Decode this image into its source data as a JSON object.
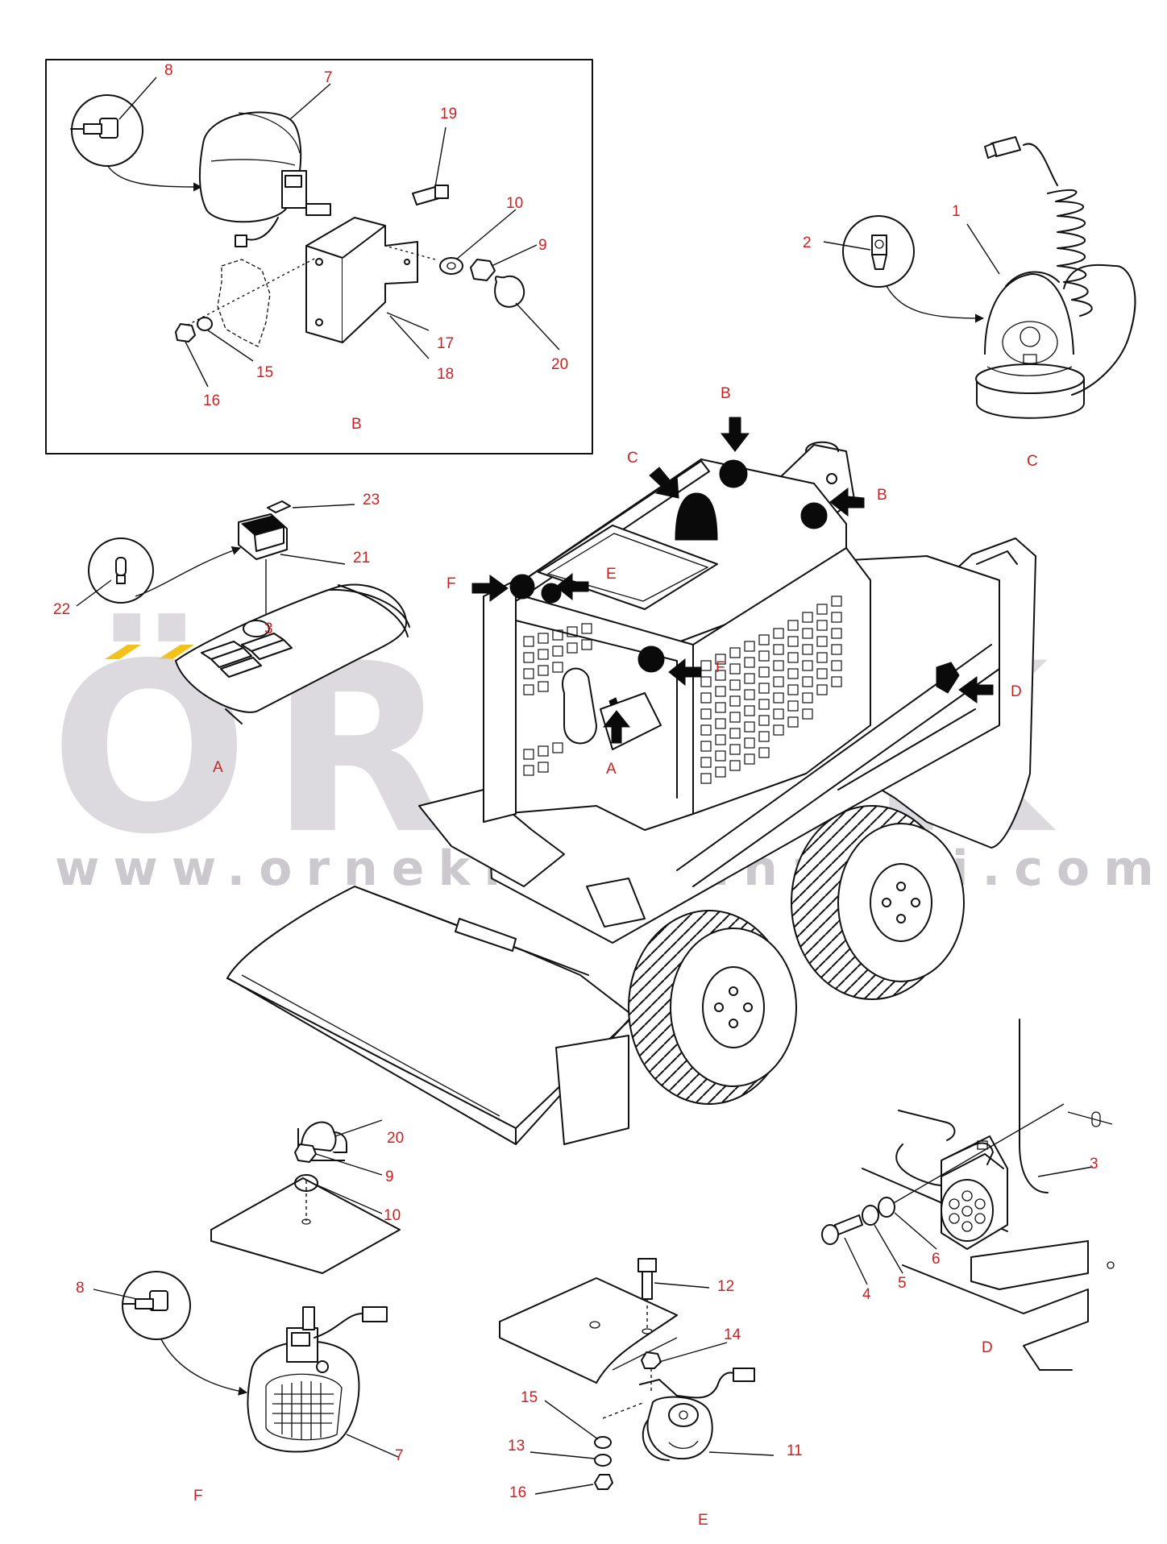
{
  "watermark": {
    "brand": "ÖRNEK",
    "url": "www.ornekismakinalari.com.tr",
    "accent_color": "#f2c21b"
  },
  "colors": {
    "label": "#cc1f1f",
    "line": "#111111",
    "watermark": "#cfccd3"
  },
  "detail_labels": {
    "box_b": "B",
    "c": "C",
    "a": "A",
    "d": "D",
    "f": "F",
    "e": "E"
  },
  "arrow_labels": {
    "b_top": "B",
    "b_right": "B",
    "c": "C",
    "f_left": "F",
    "f_right": "F",
    "e": "E",
    "d": "D",
    "a": "A"
  },
  "part_numbers": {
    "b": {
      "n8": "8",
      "n7": "7",
      "n19": "19",
      "n10": "10",
      "n9": "9",
      "n17": "17",
      "n18": "18",
      "n20": "20",
      "n15": "15",
      "n16": "16"
    },
    "c": {
      "n1": "1",
      "n2": "2"
    },
    "a": {
      "n23": "23",
      "n21": "21",
      "n3": "3",
      "n22": "22"
    },
    "d": {
      "n3": "3",
      "n6": "6",
      "n5": "5",
      "n4": "4"
    },
    "f": {
      "n20": "20",
      "n9": "9",
      "n10": "10",
      "n8": "8",
      "n7": "7"
    },
    "e": {
      "n12": "12",
      "n14": "14",
      "n15": "15",
      "n13": "13",
      "n16": "16",
      "n11": "11"
    }
  }
}
